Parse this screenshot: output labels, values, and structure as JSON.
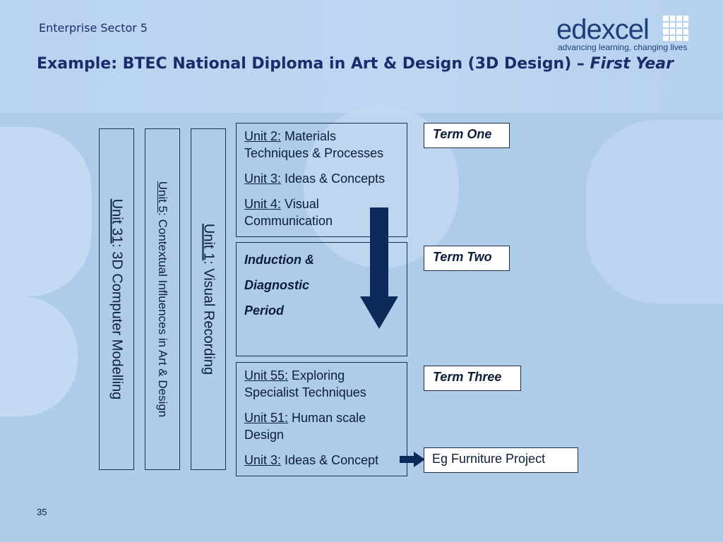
{
  "header": {
    "sector": "Enterprise Sector 5",
    "title_main": "Example: BTEC National Diploma in Art & Design (3D Design) – ",
    "title_emph": "First Year"
  },
  "logo": {
    "word": "edexcel",
    "tagline": "advancing learning, changing lives"
  },
  "vertical_units": [
    {
      "code": "Unit 31",
      "sep": ": ",
      "name": "3D Computer Modelling"
    },
    {
      "code": "Unit 5",
      "sep": ": ",
      "name": "Contextual Influences in Art & Design"
    },
    {
      "code": "Unit 1",
      "sep": ": ",
      "name": "Visual Recording"
    }
  ],
  "term1_box": [
    {
      "code": "Unit 2:",
      "name": " Materials",
      "name2": "Techniques & Processes"
    },
    {
      "code": "Unit 3:",
      "name": " Ideas & Concepts"
    },
    {
      "code": "Unit 4:",
      "name": " Visual",
      "name2": "Communication"
    }
  ],
  "induction_box": [
    "Induction &",
    "Diagnostic",
    "Period"
  ],
  "term3_box": [
    {
      "code": "Unit 55:",
      "name": " Exploring",
      "name2": "Specialist Techniques"
    },
    {
      "code": "Unit 51:",
      "name": " Human scale",
      "name2": "Design"
    },
    {
      "code": "Unit 3:",
      "name": " Ideas & Concept"
    }
  ],
  "terms": {
    "one": "Term One",
    "two": "Term Two",
    "three": "Term Three",
    "project": "Eg Furniture Project"
  },
  "slide_number": "35",
  "colors": {
    "background": "#aecbea",
    "arrow": "#0b2a5a",
    "text": "#1d2b6b"
  }
}
